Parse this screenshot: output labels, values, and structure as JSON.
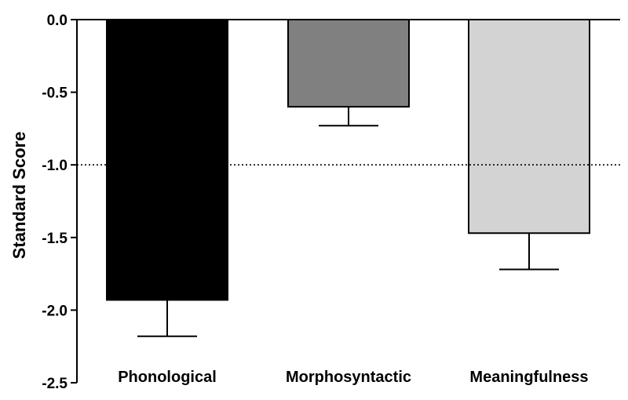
{
  "chart_data": {
    "type": "bar",
    "title": "",
    "xlabel": "",
    "ylabel": "Standard Score",
    "ylim": [
      -2.5,
      0
    ],
    "yticks": [
      "0.0",
      "-0.5",
      "-1.0",
      "-1.5",
      "-2.0",
      "-2.5"
    ],
    "ytick_values": [
      0,
      -0.5,
      -1.0,
      -1.5,
      -2.0,
      -2.5
    ],
    "categories": [
      "Phonological",
      "Morphosyntactic",
      "Meaningfulness"
    ],
    "values": [
      -1.93,
      -0.6,
      -1.47
    ],
    "error_bars": [
      0.25,
      0.13,
      0.25
    ],
    "bar_colors": [
      "#000000",
      "#808080",
      "#d3d3d3"
    ],
    "reference_line": {
      "value": -1.0,
      "style": "dotted"
    },
    "grid": false,
    "legend": "none"
  }
}
